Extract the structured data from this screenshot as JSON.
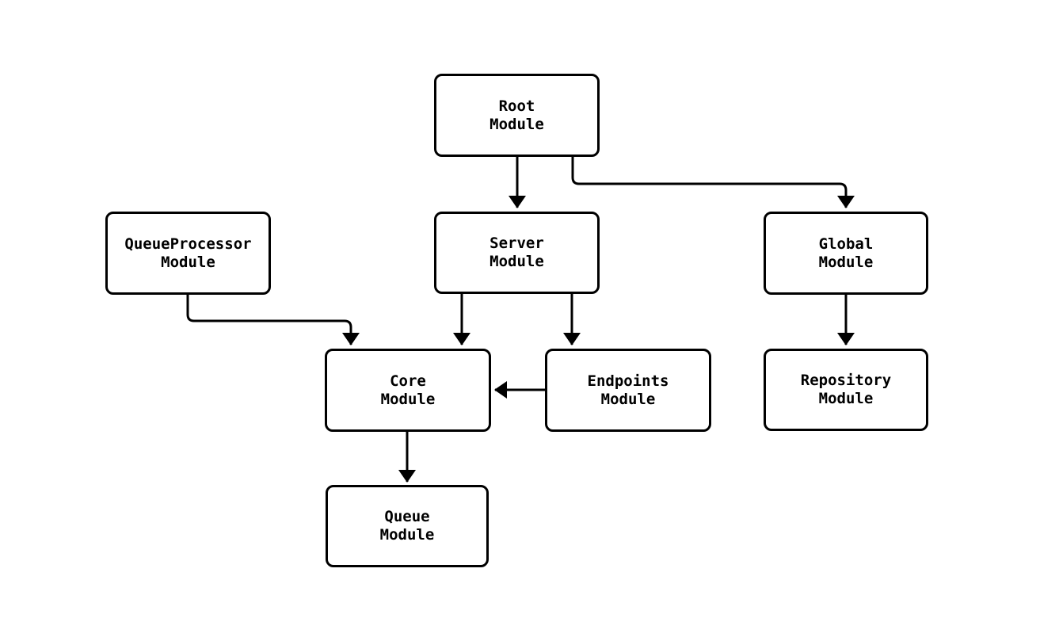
{
  "diagram": {
    "type": "module-dependency-graph",
    "background_color": "#ffffff",
    "node_fill": "#ffffff",
    "node_border_color": "#000000",
    "edge_color": "#000000",
    "text_color": "#000000",
    "nodes": {
      "root": {
        "line1": "Root",
        "line2": "Module"
      },
      "queueprocessor": {
        "line1": "QueueProcessor",
        "line2": "Module"
      },
      "server": {
        "line1": "Server",
        "line2": "Module"
      },
      "global": {
        "line1": "Global",
        "line2": "Module"
      },
      "core": {
        "line1": "Core",
        "line2": "Module"
      },
      "endpoints": {
        "line1": "Endpoints",
        "line2": "Module"
      },
      "repository": {
        "line1": "Repository",
        "line2": "Module"
      },
      "queue": {
        "line1": "Queue",
        "line2": "Module"
      }
    },
    "edges": [
      {
        "from": "root",
        "to": "server"
      },
      {
        "from": "root",
        "to": "global"
      },
      {
        "from": "queueprocessor",
        "to": "core"
      },
      {
        "from": "server",
        "to": "core"
      },
      {
        "from": "server",
        "to": "endpoints"
      },
      {
        "from": "endpoints",
        "to": "core"
      },
      {
        "from": "global",
        "to": "repository"
      },
      {
        "from": "core",
        "to": "queue"
      }
    ]
  }
}
